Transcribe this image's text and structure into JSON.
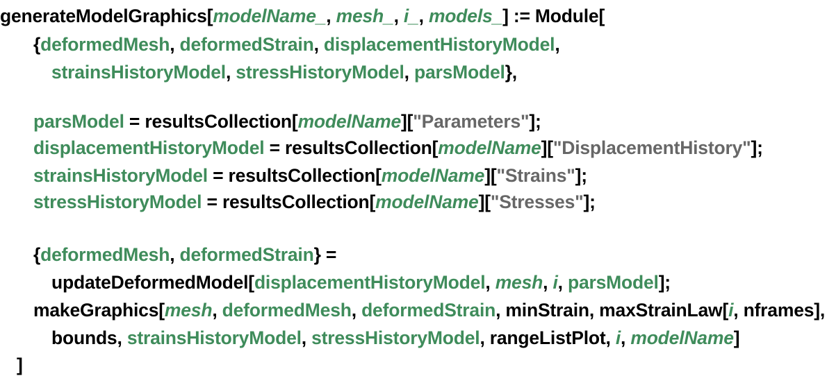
{
  "colors": {
    "local": "#3f8c5b",
    "pattern": "#3f8c5b",
    "string": "#676767",
    "plain": "#000000"
  },
  "code_lines": [
    {
      "indent": 0,
      "tokens": [
        {
          "t": "generateModelGraphics[",
          "c": "plain"
        },
        {
          "t": "modelName_",
          "c": "pattern"
        },
        {
          "t": ", ",
          "c": "plain"
        },
        {
          "t": "mesh_",
          "c": "pattern"
        },
        {
          "t": ", ",
          "c": "plain"
        },
        {
          "t": "i_",
          "c": "pattern"
        },
        {
          "t": ", ",
          "c": "plain"
        },
        {
          "t": "models_",
          "c": "pattern"
        },
        {
          "t": "] := Module[",
          "c": "plain"
        }
      ]
    },
    {
      "indent": 1,
      "tokens": [
        {
          "t": "{",
          "c": "plain"
        },
        {
          "t": "deformedMesh",
          "c": "local"
        },
        {
          "t": ", ",
          "c": "plain"
        },
        {
          "t": "deformedStrain",
          "c": "local"
        },
        {
          "t": ", ",
          "c": "plain"
        },
        {
          "t": "displacementHistoryModel",
          "c": "local"
        },
        {
          "t": ",",
          "c": "plain"
        }
      ]
    },
    {
      "indent": 2,
      "tokens": [
        {
          "t": "strainsHistoryModel",
          "c": "local"
        },
        {
          "t": ", ",
          "c": "plain"
        },
        {
          "t": "stressHistoryModel",
          "c": "local"
        },
        {
          "t": ", ",
          "c": "plain"
        },
        {
          "t": "parsModel",
          "c": "local"
        },
        {
          "t": "},",
          "c": "plain"
        }
      ]
    },
    {
      "indent": 1,
      "tokens": [
        {
          "t": "parsModel",
          "c": "local"
        },
        {
          "t": " = resultsCollection[",
          "c": "plain"
        },
        {
          "t": "modelName",
          "c": "pattern"
        },
        {
          "t": "][",
          "c": "plain"
        },
        {
          "t": "\"Parameters\"",
          "c": "string"
        },
        {
          "t": "];",
          "c": "plain"
        }
      ]
    },
    {
      "indent": 1,
      "tokens": [
        {
          "t": "displacementHistoryModel",
          "c": "local"
        },
        {
          "t": " = resultsCollection[",
          "c": "plain"
        },
        {
          "t": "modelName",
          "c": "pattern"
        },
        {
          "t": "][",
          "c": "plain"
        },
        {
          "t": "\"DisplacementHistory\"",
          "c": "string"
        },
        {
          "t": "];",
          "c": "plain"
        }
      ]
    },
    {
      "indent": 1,
      "tokens": [
        {
          "t": "strainsHistoryModel",
          "c": "local"
        },
        {
          "t": " = resultsCollection[",
          "c": "plain"
        },
        {
          "t": "modelName",
          "c": "pattern"
        },
        {
          "t": "][",
          "c": "plain"
        },
        {
          "t": "\"Strains\"",
          "c": "string"
        },
        {
          "t": "];",
          "c": "plain"
        }
      ]
    },
    {
      "indent": 1,
      "tokens": [
        {
          "t": "stressHistoryModel",
          "c": "local"
        },
        {
          "t": " = resultsCollection[",
          "c": "plain"
        },
        {
          "t": "modelName",
          "c": "pattern"
        },
        {
          "t": "][",
          "c": "plain"
        },
        {
          "t": "\"Stresses\"",
          "c": "string"
        },
        {
          "t": "];",
          "c": "plain"
        }
      ]
    },
    {
      "indent": 1,
      "tokens": [
        {
          "t": "{",
          "c": "plain"
        },
        {
          "t": "deformedMesh",
          "c": "local"
        },
        {
          "t": ", ",
          "c": "plain"
        },
        {
          "t": "deformedStrain",
          "c": "local"
        },
        {
          "t": "} =",
          "c": "plain"
        }
      ]
    },
    {
      "indent": 2,
      "tokens": [
        {
          "t": "updateDeformedModel[",
          "c": "plain"
        },
        {
          "t": "displacementHistoryModel",
          "c": "local"
        },
        {
          "t": ", ",
          "c": "plain"
        },
        {
          "t": "mesh",
          "c": "pattern"
        },
        {
          "t": ", ",
          "c": "plain"
        },
        {
          "t": "i",
          "c": "pattern"
        },
        {
          "t": ", ",
          "c": "plain"
        },
        {
          "t": "parsModel",
          "c": "local"
        },
        {
          "t": "];",
          "c": "plain"
        }
      ]
    },
    {
      "indent": 1,
      "tokens": [
        {
          "t": "makeGraphics[",
          "c": "plain"
        },
        {
          "t": "mesh",
          "c": "pattern"
        },
        {
          "t": ", ",
          "c": "plain"
        },
        {
          "t": "deformedMesh",
          "c": "local"
        },
        {
          "t": ", ",
          "c": "plain"
        },
        {
          "t": "deformedStrain",
          "c": "local"
        },
        {
          "t": ", minStrain, maxStrainLaw[",
          "c": "plain"
        },
        {
          "t": "i",
          "c": "pattern"
        },
        {
          "t": ", nframes],",
          "c": "plain"
        }
      ]
    },
    {
      "indent": 2,
      "tokens": [
        {
          "t": "bounds, ",
          "c": "plain"
        },
        {
          "t": "strainsHistoryModel",
          "c": "local"
        },
        {
          "t": ", ",
          "c": "plain"
        },
        {
          "t": "stressHistoryModel",
          "c": "local"
        },
        {
          "t": ", rangeListPlot, ",
          "c": "plain"
        },
        {
          "t": "i",
          "c": "pattern"
        },
        {
          "t": ", ",
          "c": "plain"
        },
        {
          "t": "modelName",
          "c": "pattern"
        },
        {
          "t": "]",
          "c": "plain"
        }
      ]
    },
    {
      "indent": 0.5,
      "tokens": [
        {
          "t": "]",
          "c": "plain"
        }
      ]
    }
  ]
}
